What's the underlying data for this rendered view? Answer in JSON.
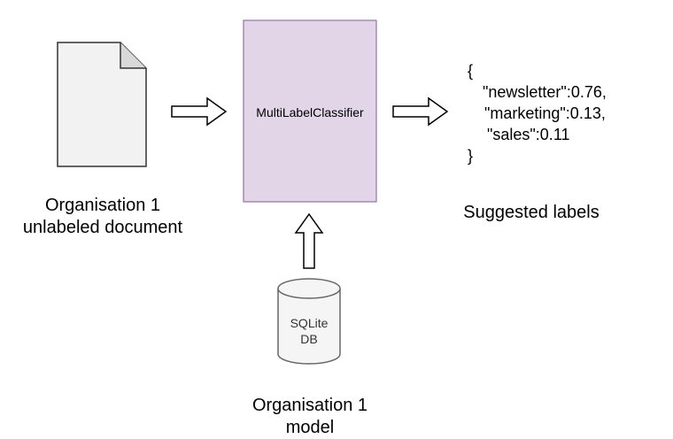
{
  "input": {
    "label_line1": "Organisation 1",
    "label_line2": "unlabeled document",
    "icon": "document-icon"
  },
  "classifier": {
    "label": "MultiLabelClassifier",
    "fill_color": "#e1d5e7",
    "stroke_color": "#9673a6"
  },
  "output": {
    "json_open": "{",
    "json_line1": "\"newsletter\":0.76,",
    "json_line2": "\"marketing\":0.13,",
    "json_line3": "\"sales\":0.11",
    "json_close": "}",
    "label": "Suggested labels"
  },
  "database": {
    "label_line1": "SQLite",
    "label_line2": "DB",
    "fill_color": "#f5f5f5",
    "stroke_color": "#666666",
    "icon": "database-cylinder-icon"
  },
  "model": {
    "label_line1": "Organisation 1",
    "label_line2": "model"
  }
}
